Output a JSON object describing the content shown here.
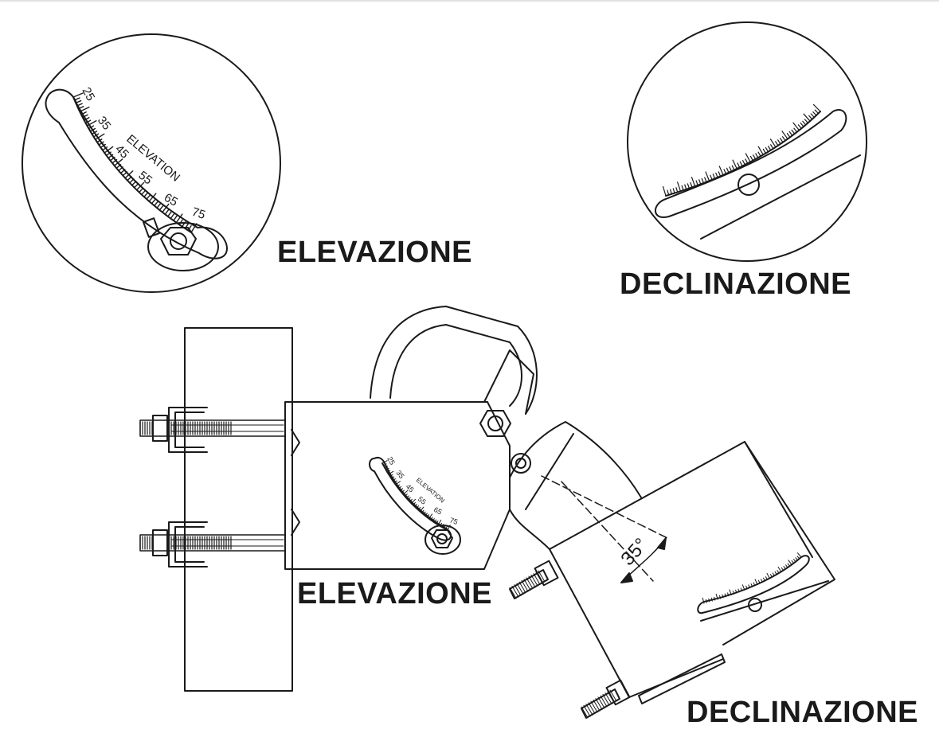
{
  "labels": {
    "elevation_detail": "ELEVAZIONE",
    "declination_detail": "DECLINAZIONE",
    "elevation_main": "ELEVAZIONE",
    "declination_main": "DECLINAZIONE"
  },
  "elevation_scale": {
    "title": "ELEVATION",
    "ticks": [
      "25",
      "35",
      "45",
      "55",
      "65",
      "75"
    ]
  },
  "angle_callout": "35°",
  "colors": {
    "line": "#1a1a1a",
    "background": "#ffffff"
  }
}
